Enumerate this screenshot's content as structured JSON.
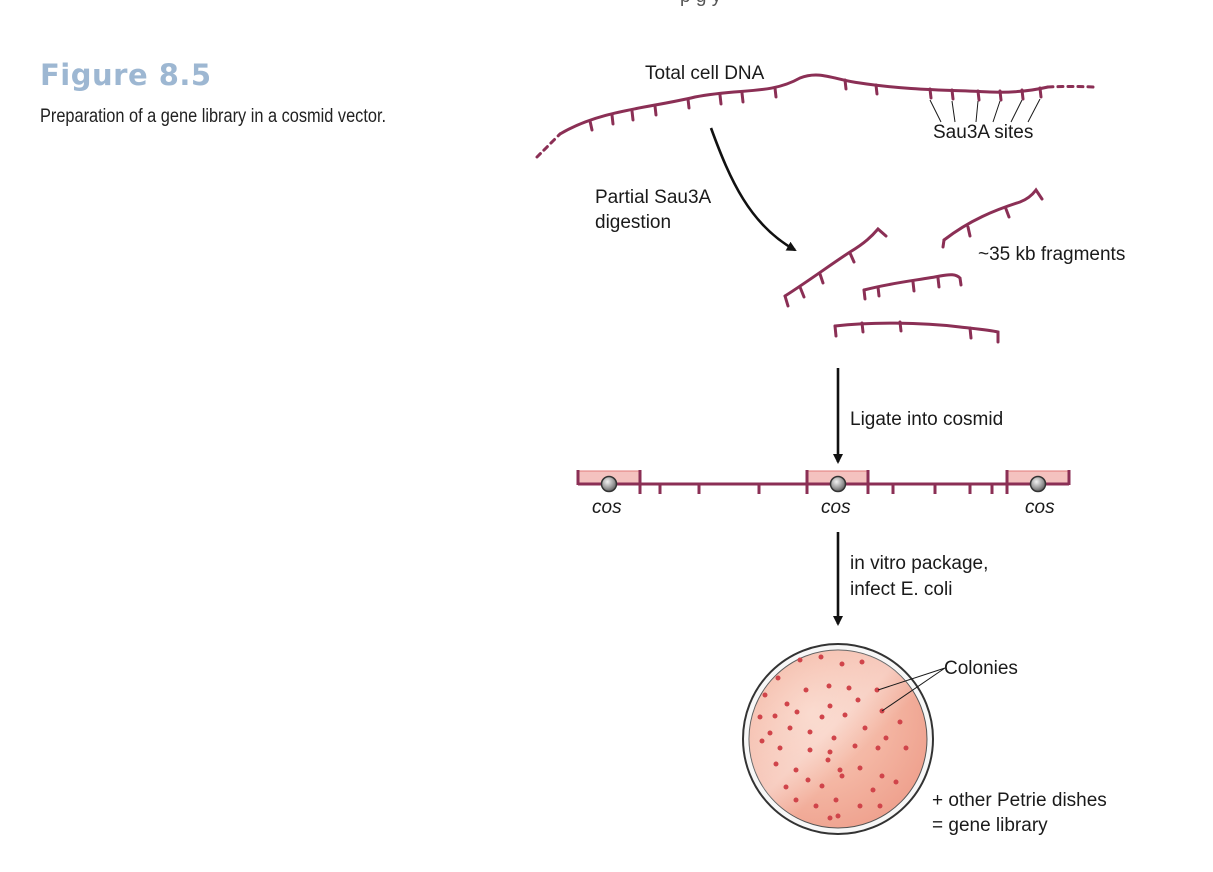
{
  "header_sliver": "p                                    g              y",
  "figure": {
    "number": "Figure 8.5",
    "caption": "Preparation of a gene library in a cosmid vector."
  },
  "labels": {
    "total_dna": "Total cell DNA",
    "sau_sites_italic": "Sau",
    "sau_sites_rest": "3A sites",
    "partial_1a": "Partial ",
    "partial_1b": "Sau",
    "partial_1c": "3A",
    "partial_2": "digestion",
    "fragments": "~35 kb fragments",
    "ligate": "Ligate into cosmid",
    "cos1": "cos",
    "cos2": "cos",
    "cos3": "cos",
    "package_1a": "in vitro",
    "package_1b": " package,",
    "package_2a": "infect ",
    "package_2b": "E. coli",
    "colonies": "Colonies",
    "other_dishes_1": "+ other Petrie dishes",
    "other_dishes_2": "= gene library"
  },
  "colors": {
    "dna": "#8b2f55",
    "cos_box": "#f4c2bf",
    "dish_fill": "#f3b6a4",
    "colony": "#d0444a",
    "caption_blue": "#9db7d2"
  }
}
